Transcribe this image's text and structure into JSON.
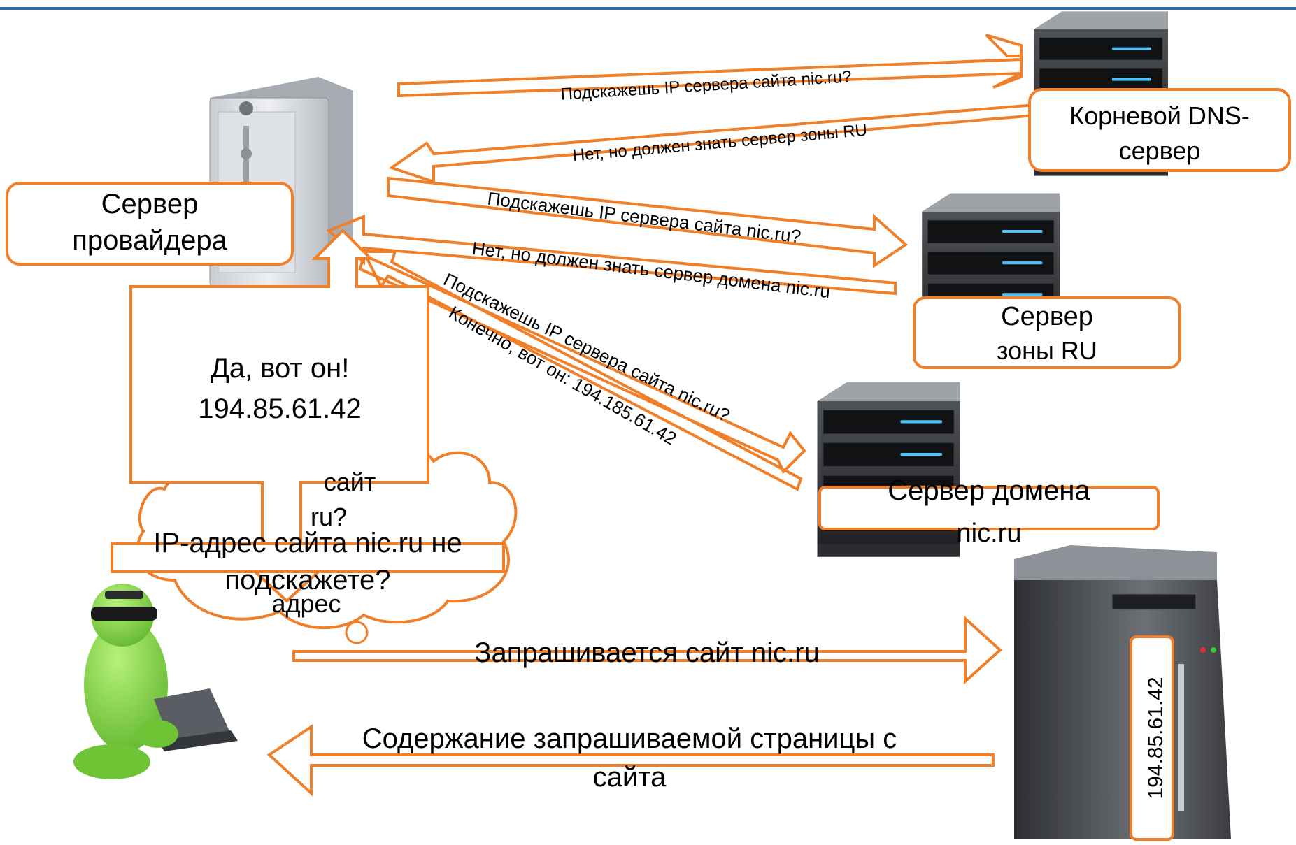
{
  "header": {
    "accent_color": "#2e6da4"
  },
  "colors": {
    "arrow_stroke": "#f07f2a",
    "box_stroke": "#f07f2a",
    "cloud_stroke": "#f07f2a"
  },
  "nodes": {
    "provider": {
      "label_line1": "Сервер",
      "label_line2": "провайдера",
      "icon": "tower-server-icon"
    },
    "root": {
      "label_line1": "Корневой DNS-",
      "label_line2": "сервер",
      "icon": "rack-server-icon"
    },
    "ru_zone": {
      "label_line1": "Сервер",
      "label_line2": "зоны RU",
      "icon": "rack-server-icon"
    },
    "domain": {
      "label_line1": "Сервер домена",
      "label_line2": "nic.ru",
      "icon": "rack-server-icon"
    },
    "web": {
      "ip": "194.85.61.42",
      "icon": "tower-server-icon"
    },
    "user": {
      "icon": "hacker-with-laptop-icon"
    }
  },
  "messages": {
    "q_root": "Подскажешь IP сервера сайта nic.ru?",
    "a_root": "Нет, но должен знать сервер зоны RU",
    "q_ru": "Подскажешь IP сервера сайта nic.ru?",
    "a_ru": "Нет, но должен знать сервер домена nic.ru",
    "q_domain": "Подскажешь IP сервера сайта nic.ru?",
    "a_domain": "Конечно, вот он: 194.185.61.42",
    "user_question_line1": "IP-адрес сайта nic.ru не",
    "user_question_line2": "подскажете?",
    "user_question_behind_1": "сайт",
    "user_question_behind_2": "ru?",
    "user_question_behind_3": "адрес",
    "provider_reply_line1": "Да, вот он!",
    "provider_reply_line2": "194.85.61.42",
    "request": "Запрашивается сайт nic.ru",
    "response_line1": "Содержание запрашиваемой страницы с",
    "response_line2": "сайта"
  }
}
